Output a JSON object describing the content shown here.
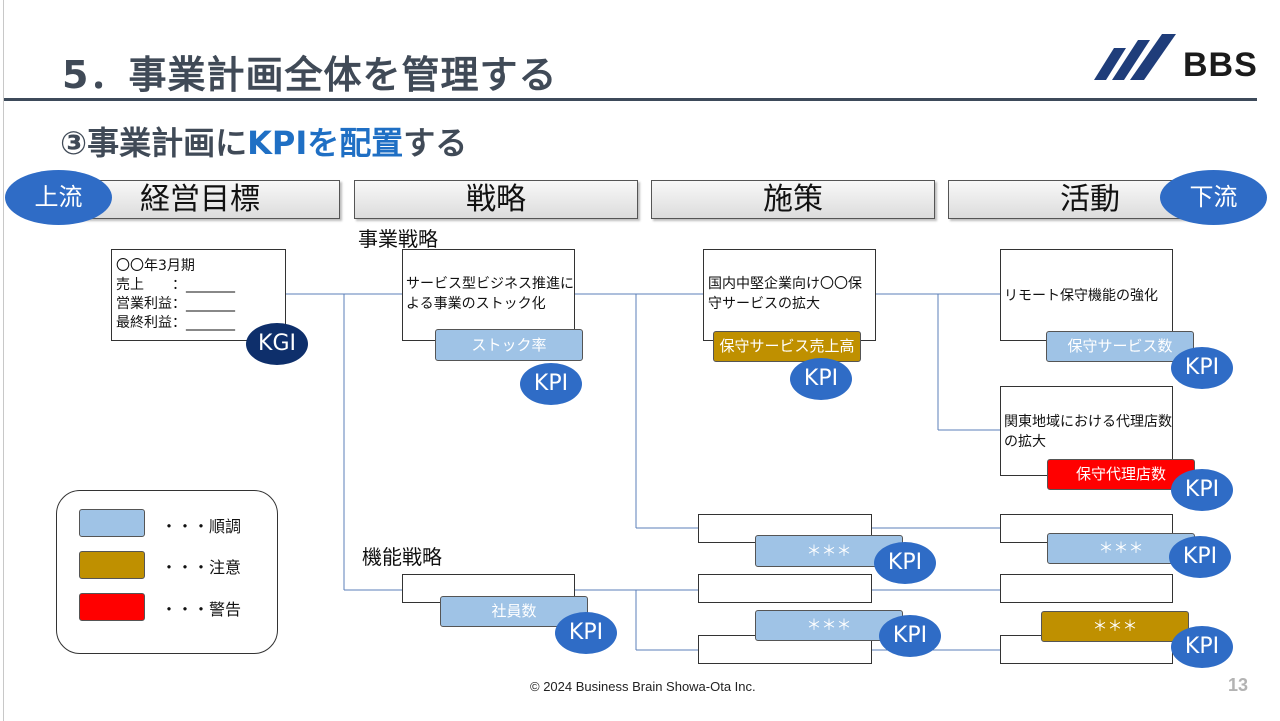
{
  "slide": {
    "title": "5．事業計画全体を管理する",
    "subtitle_prefix": "③事業計画に",
    "subtitle_keyword": "KPIを配置",
    "subtitle_suffix": "する",
    "page_number": "13",
    "footer": "© 2024 Business Brain Showa-Ota Inc."
  },
  "logo": {
    "text": "BBS",
    "brand_color": "#1f3d7a"
  },
  "flow": {
    "upstream": "上流",
    "downstream": "下流"
  },
  "stages": [
    "経営目標",
    "戦略",
    "施策",
    "活動"
  ],
  "sections": {
    "business_strategy": "事業戦略",
    "functional_strategy": "機能戦略"
  },
  "goal_box": {
    "lines": [
      "〇〇年3月期",
      "売上　　：_______",
      "営業利益：_______",
      "最終利益：_______"
    ],
    "badge": "KGI"
  },
  "badge_kpi": "KPI",
  "cards": {
    "strategy": {
      "text": "サービス型ビジネス推進による事業のストック化",
      "bar": "ストック率"
    },
    "measure": {
      "text": "国内中堅企業向け〇〇保守サービスの拡大",
      "bar": "保守サービス売上高"
    },
    "activity1": {
      "text": "リモート保守機能の強化",
      "bar": "保守サービス数"
    },
    "activity2": {
      "text": "関東地域における代理店数の拡大",
      "bar": "保守代理店数"
    },
    "functional": {
      "bar": "社員数"
    },
    "placeholder": "＊＊＊"
  },
  "legend": [
    {
      "label": "・・・順調",
      "color": "#9fc3e6"
    },
    {
      "label": "・・・注意",
      "color": "#bf9000"
    },
    {
      "label": "・・・警告",
      "color": "#ff0000"
    }
  ],
  "colors": {
    "accent": "#1f6fc4",
    "oval": "#2f6cc6",
    "kgi": "#0e2f6b",
    "ok": "#9fc3e6",
    "warn": "#bf9000",
    "alert": "#ff0000"
  }
}
